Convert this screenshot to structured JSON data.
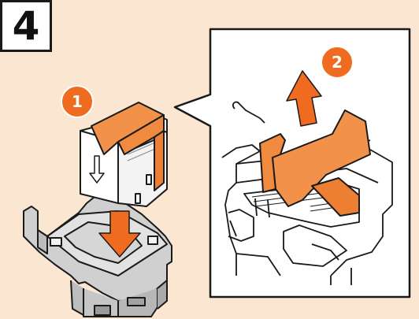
{
  "step": {
    "number": "4"
  },
  "callouts": [
    {
      "label": "1"
    },
    {
      "label": "2"
    }
  ],
  "colors": {
    "background": "#fbe6d2",
    "accent": "#ef6b1f",
    "tape": "#f2924a",
    "outline": "#1a1a1a"
  },
  "icons": {
    "insert_arrow": "arrow-down-icon",
    "pull_arrow": "arrow-up-icon"
  }
}
